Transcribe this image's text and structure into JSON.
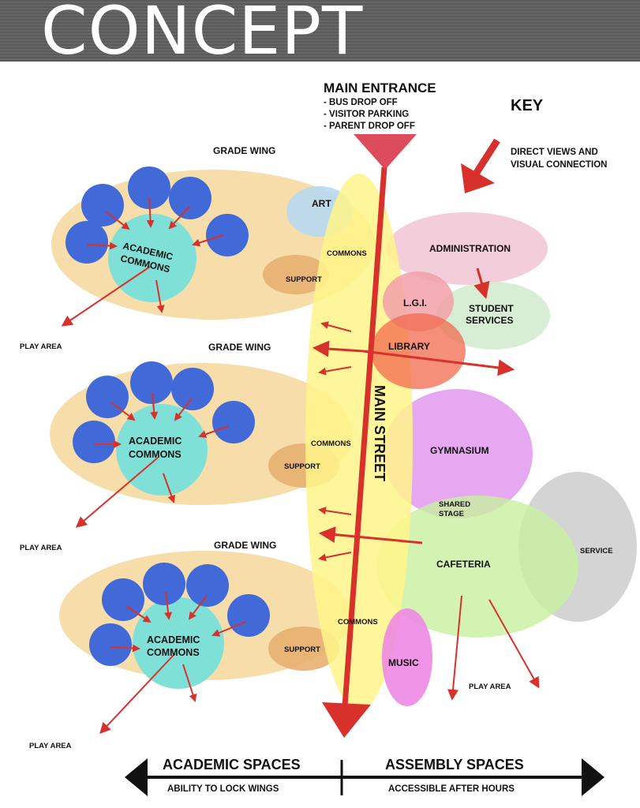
{
  "banner": {
    "title": "CONCEPT"
  },
  "entrance": {
    "title": "MAIN ENTRANCE",
    "items": [
      "- BUS DROP OFF",
      "- VISITOR PARKING",
      "- PARENT DROP OFF"
    ]
  },
  "key": {
    "title": "KEY",
    "line1": "DIRECT VIEWS AND",
    "line2": "VISUAL CONNECTION"
  },
  "main_street": "MAIN STREET",
  "wings": [
    {
      "label": "GRADE WING",
      "commons_line1": "ACADEMIC",
      "commons_line2": "COMMONS",
      "support": "SUPPORT",
      "play": "PLAY AREA"
    },
    {
      "label": "GRADE WING",
      "commons_line1": "ACADEMIC",
      "commons_line2": "COMMONS",
      "support": "SUPPORT",
      "play": "PLAY AREA"
    },
    {
      "label": "GRADE WING",
      "commons_line1": "ACADEMIC",
      "commons_line2": "COMMONS",
      "support": "SUPPORT",
      "play": "PLAY AREA"
    }
  ],
  "commons_labels": [
    "COMMONS",
    "COMMONS",
    "COMMONS"
  ],
  "spaces": {
    "art": "ART",
    "administration": "ADMINISTRATION",
    "lgi": "L.G.I.",
    "student_services_line1": "STUDENT",
    "student_services_line2": "SERVICES",
    "library": "LIBRARY",
    "gymnasium": "GYMNASIUM",
    "shared_stage_line1": "SHARED",
    "shared_stage_line2": "STAGE",
    "cafeteria": "CAFETERIA",
    "service": "SERVICE",
    "music": "MUSIC",
    "play_area_right": "PLAY AREA"
  },
  "footer": {
    "academic_title": "ACADEMIC SPACES",
    "academic_sub": "ABILITY TO LOCK WINGS",
    "assembly_title": "ASSEMBLY SPACES",
    "assembly_sub": "ACCESSIBLE AFTER HOURS"
  },
  "colors": {
    "wing": "#f5d9a0",
    "classroom": "#4169d8",
    "commons": "#7fe0d8",
    "support": "#e8b070",
    "street": "#fff48a",
    "arrow": "#d8312c",
    "admin": "#f2c9d6",
    "student_services": "#d3ecd0",
    "library": "#f26a4e",
    "gym": "#e3a0f0",
    "cafeteria": "#c8f0a0",
    "service": "#d0d0d0",
    "music": "#ee88e4",
    "art": "#b8d8f0"
  }
}
